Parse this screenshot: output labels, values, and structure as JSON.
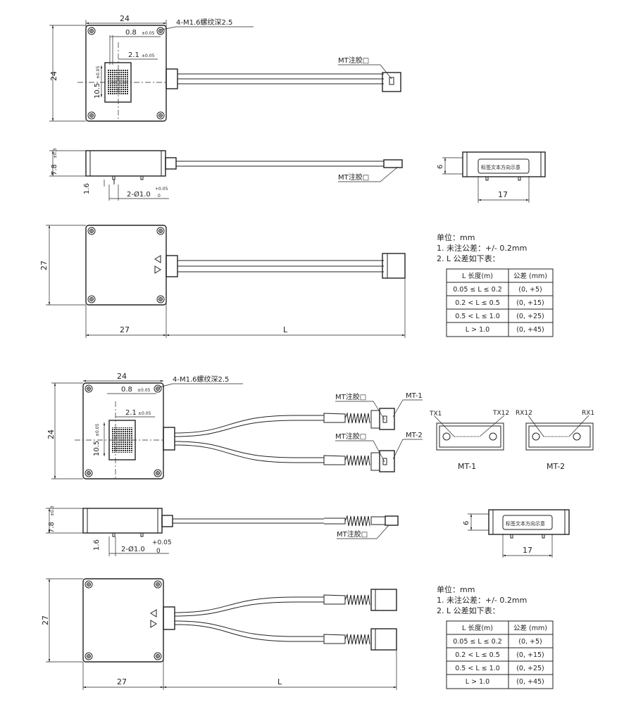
{
  "section1": {
    "dim_width": "24",
    "dim_height": "24",
    "thread_note": "4-M1.6螺纹深2.5",
    "pitch_dim": "0.8",
    "pitch_tol": "±0.05",
    "offset_dim": "2.1",
    "offset_tol": "±0.05",
    "conn_dim": "10.5",
    "conn_tol": "±0.05",
    "mt_glue": "MT注胶□",
    "side_height": "7.8",
    "side_height_tol": "±0.3",
    "pin_len": "1.6",
    "pin_dia": "2-Ø1.0",
    "pin_dia_tol_upper": "+0.05",
    "pin_dia_tol_lower": "0",
    "mt_glue_side": "MT注胶□",
    "end_height": "6",
    "end_width": "17",
    "label_text": "标签文本方向示意",
    "bottom_height": "27",
    "bottom_width": "27",
    "length_label": "L"
  },
  "section2": {
    "dim_width": "24",
    "dim_height": "24",
    "thread_note": "4-M1.6螺纹深2.5",
    "pitch_dim": "0.8",
    "pitch_tol": "±0.05",
    "offset_dim": "2.1",
    "offset_tol": "±0.05",
    "conn_dim": "10.5",
    "conn_tol": "±0.05",
    "mt_glue_1": "MT注胶□",
    "mt_glue_2": "MT注胶□",
    "mt1_tag": "MT-1",
    "mt2_tag": "MT-2",
    "mt1_left": "TX1",
    "mt1_right": "TX12",
    "mt2_left": "RX12",
    "mt2_right": "RX1",
    "mt1_caption": "MT-1",
    "mt2_caption": "MT-2",
    "side_height": "7.8",
    "side_height_tol": "±0.3",
    "pin_len": "1.6",
    "pin_dia": "2-Ø1.0",
    "pin_dia_tol_upper": "+0.05",
    "pin_dia_tol_lower": "0",
    "mt_glue_side": "MT注胶□",
    "end_height": "6",
    "end_width": "17",
    "label_text": "标签文本方向示意",
    "bottom_height": "27",
    "bottom_width": "27",
    "length_label": "L"
  },
  "notes": {
    "unit": "单位：mm",
    "note1": "1. 未注公差：+/- 0.2mm",
    "note2": "2. L 公差如下表："
  },
  "tolerance_table": {
    "headers": [
      "L 长度(m)",
      "公差 (mm)"
    ],
    "rows": [
      [
        "0.05 ≤ L ≤ 0.2",
        "(0,  +5)"
      ],
      [
        "0.2 < L ≤ 0.5",
        "(0,  +15)"
      ],
      [
        "0.5 < L ≤ 1.0",
        "(0,  +25)"
      ],
      [
        "L > 1.0",
        "(0,  +45)"
      ]
    ]
  }
}
